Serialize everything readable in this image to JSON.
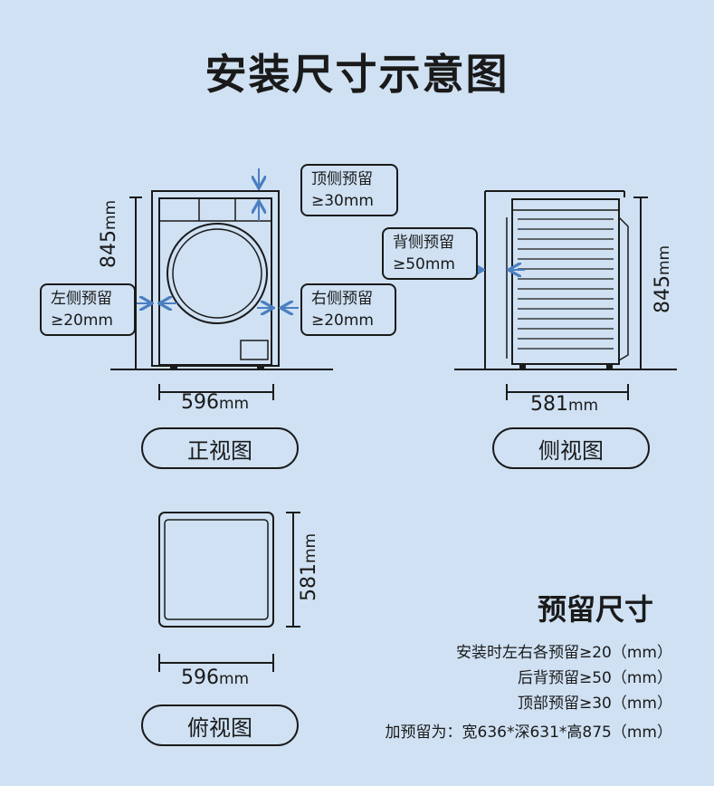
{
  "title": "安装尺寸示意图",
  "front": {
    "label": "正视图",
    "width_value": "596",
    "width_unit": "mm",
    "height_value": "845",
    "height_unit": "mm",
    "top_clearance": {
      "title": "顶侧预留",
      "value": "≥30mm"
    },
    "left_clearance": {
      "title": "左侧预留",
      "value": "≥20mm"
    },
    "right_clearance": {
      "title": "右侧预留",
      "value": "≥20mm"
    }
  },
  "side": {
    "label": "侧视图",
    "depth_value": "581",
    "depth_unit": "mm",
    "height_value": "845",
    "height_unit": "mm",
    "back_clearance": {
      "title": "背侧预留",
      "value": "≥50mm"
    }
  },
  "top": {
    "label": "俯视图",
    "width_value": "596",
    "width_unit": "mm",
    "depth_value": "581",
    "depth_unit": "mm"
  },
  "reserve": {
    "title": "预留尺寸",
    "lines": [
      "安装时左右各预留≥20（mm）",
      "后背预留≥50（mm）",
      "顶部预留≥30（mm）",
      "加预留为：宽636*深631*高875（mm）"
    ]
  },
  "colors": {
    "background": "#cfe1f3",
    "arrow": "#4a7fc0",
    "line": "#1a1a1a"
  }
}
